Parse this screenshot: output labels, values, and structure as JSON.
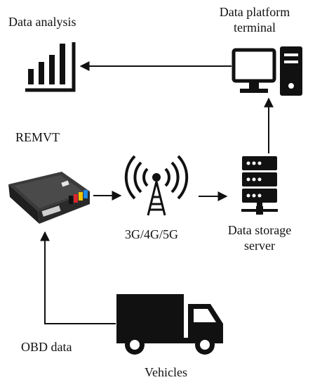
{
  "nodes": {
    "data_analysis": {
      "label": "Data analysis"
    },
    "data_platform": {
      "label_line1": "Data platform",
      "label_line2": "terminal"
    },
    "remvt": {
      "label": "REMVT"
    },
    "network": {
      "label": "3G/4G/5G"
    },
    "storage": {
      "label_line1": "Data storage",
      "label_line2": "server"
    },
    "vehicles": {
      "label": "Vehicles"
    }
  },
  "edges": {
    "obd": {
      "label": "OBD data"
    }
  },
  "colors": {
    "ink": "#111111",
    "device_body": "#2b2b2b",
    "wire_red": "#d9262b",
    "wire_yellow": "#f2c400",
    "wire_blue": "#1e88e5",
    "wire_black": "#111111"
  }
}
